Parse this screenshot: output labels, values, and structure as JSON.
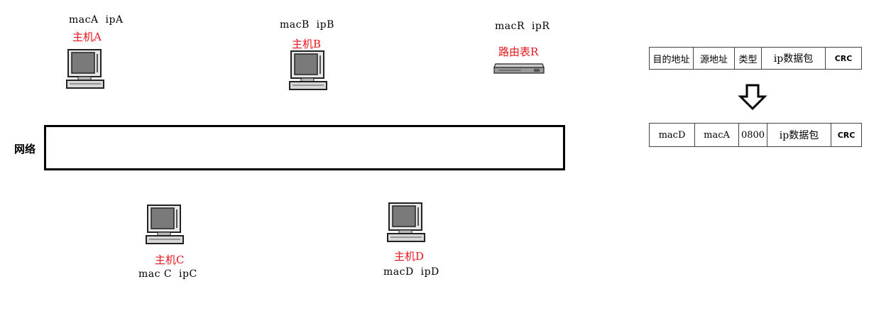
{
  "hosts": [
    {
      "id": "A",
      "label": "主机A",
      "addr": "macA  ipA"
    },
    {
      "id": "B",
      "label": "主机B",
      "addr": "macB  ipB"
    },
    {
      "id": "C",
      "label": "主机C",
      "addr": "mac C  ipC"
    },
    {
      "id": "D",
      "label": "主机D",
      "addr": "macD  ipD"
    }
  ],
  "router": {
    "label": "路由表R",
    "addr": "macR  ipR"
  },
  "network": {
    "label": "网络"
  },
  "frame_before": [
    "目的地址",
    "源地址",
    "类型",
    "ip数据包",
    "CRC"
  ],
  "frame_after": [
    "macD",
    "macA",
    "0800",
    "ip数据包",
    "CRC"
  ],
  "colors": {
    "host_label": "#e8141b",
    "border": "#000000"
  },
  "icons": {
    "computer": "computer-icon",
    "router": "router-icon",
    "arrow": "down-arrow-icon"
  }
}
